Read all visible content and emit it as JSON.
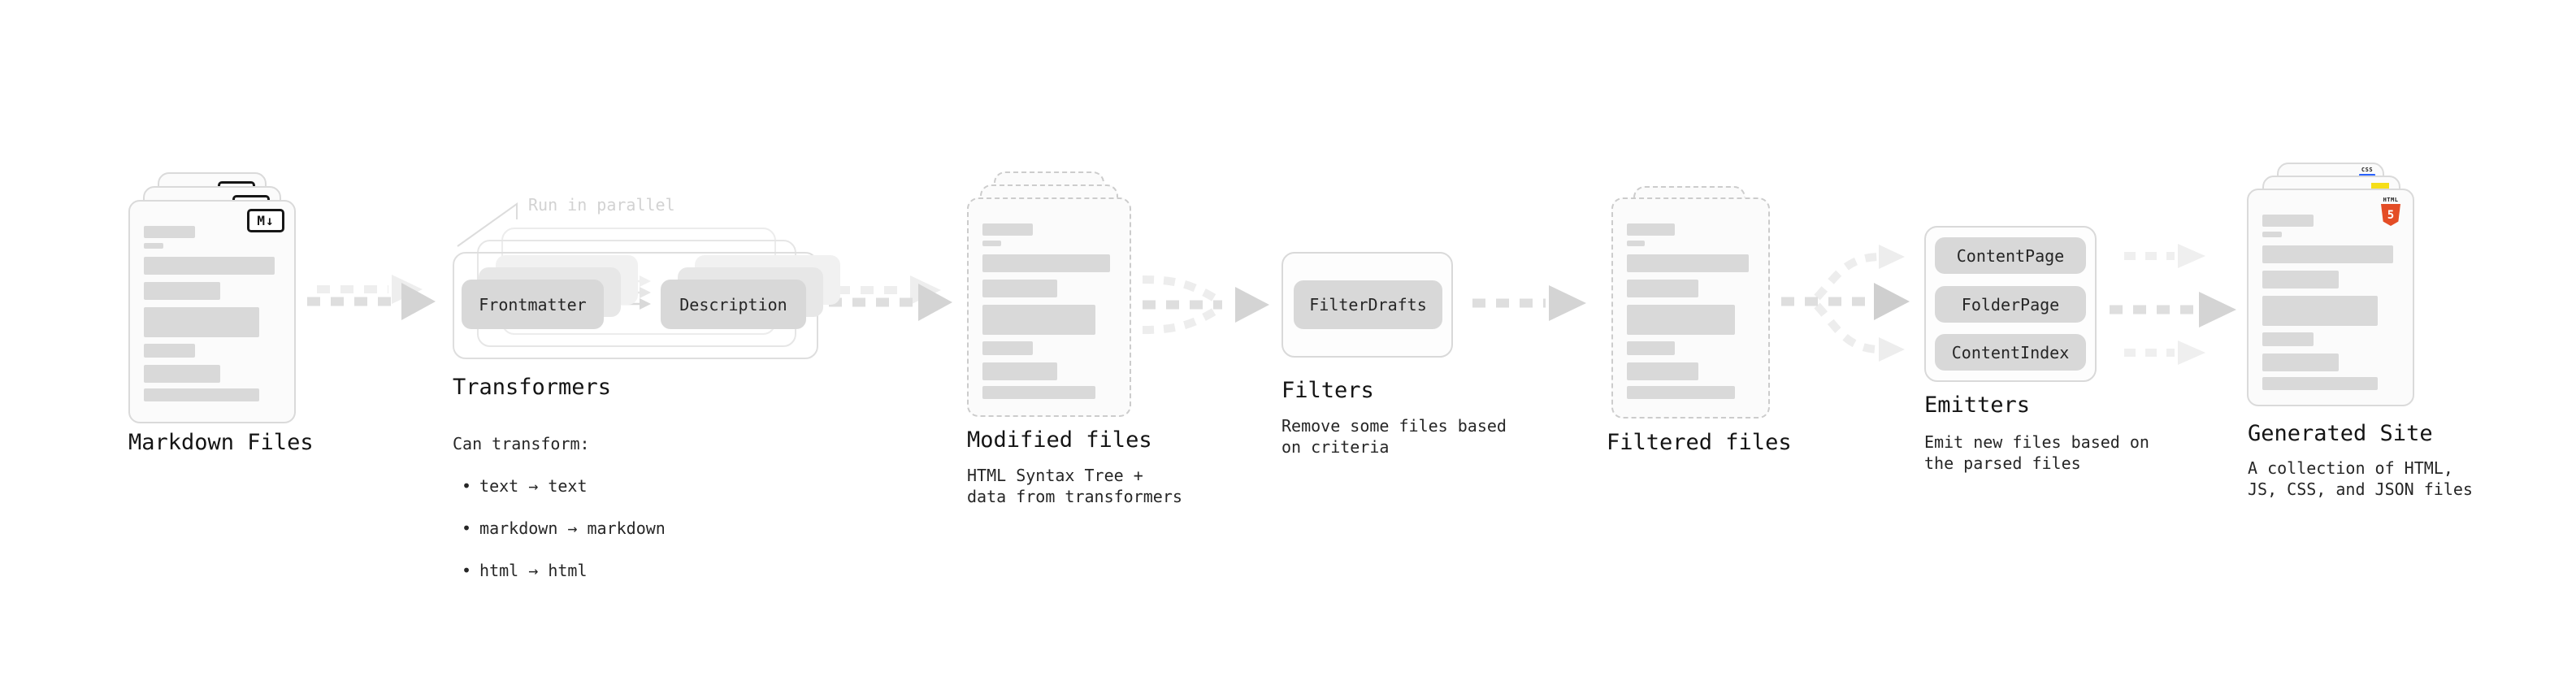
{
  "diagram": {
    "bullet_char": "•",
    "stages": {
      "markdown_files": {
        "label": "Markdown Files",
        "badge": "M↓"
      },
      "transformers": {
        "label": "Transformers",
        "annotation": "Run in parallel",
        "input_pill": "Frontmatter",
        "output_pill": "Description",
        "description_title": "Can transform:",
        "bullets": [
          "text → text",
          "markdown → markdown",
          "html → html"
        ]
      },
      "modified_files": {
        "label": "Modified files",
        "description": "HTML Syntax Tree +\ndata from transformers"
      },
      "filters": {
        "label": "Filters",
        "pill": "FilterDrafts",
        "description": "Remove some files based\non criteria"
      },
      "filtered_files": {
        "label": "Filtered files"
      },
      "emitters": {
        "label": "Emitters",
        "pills": [
          "ContentPage",
          "FolderPage",
          "ContentIndex"
        ],
        "description": "Emit new files based on\nthe parsed files"
      },
      "generated_site": {
        "label": "Generated Site",
        "description": "A collection of HTML,\nJS, CSS, and JSON files",
        "css_badge": "CSS",
        "html_badge_word": "HTML",
        "html_badge_number": "5"
      }
    },
    "colors": {
      "background": "#ffffff",
      "card_border": "#dadada",
      "dashed_border": "#cccccc",
      "bar_fill": "#d9d9d9",
      "pill_fill": "#d8d8d8",
      "arrow_dash": "#dedede",
      "arrow_head": "#d4d4d4",
      "arrow_ghost": "#eeeeee",
      "text": "#161616",
      "muted_annotation": "#d2d2d2",
      "html5_orange": "#e44d26",
      "js_yellow": "#f5de19",
      "css_blue": "#2962ff",
      "badge_border": "#161616"
    }
  }
}
